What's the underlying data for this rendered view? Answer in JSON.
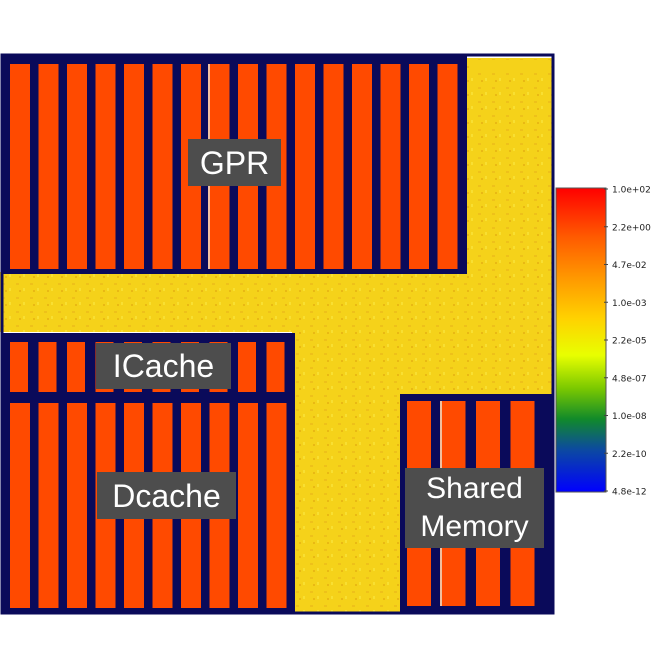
{
  "regions": {
    "gpr": {
      "label": "GPR"
    },
    "icache": {
      "label": "ICache"
    },
    "dcache": {
      "label": "Dcache"
    },
    "shared_memory": {
      "label_line1": "Shared",
      "label_line2": "Memory"
    }
  },
  "colorbar": {
    "ticks": [
      "1.0e+02",
      "2.2e+00",
      "4.7e-02",
      "1.0e-03",
      "2.2e-05",
      "4.8e-07",
      "1.0e-08",
      "2.2e-10",
      "4.8e-12"
    ]
  },
  "colors": {
    "substrate": "#0a0a5a",
    "sram_column": "#ff4a00",
    "logic_fill": "#f5d21a",
    "label_box": "#4d4d4d"
  }
}
